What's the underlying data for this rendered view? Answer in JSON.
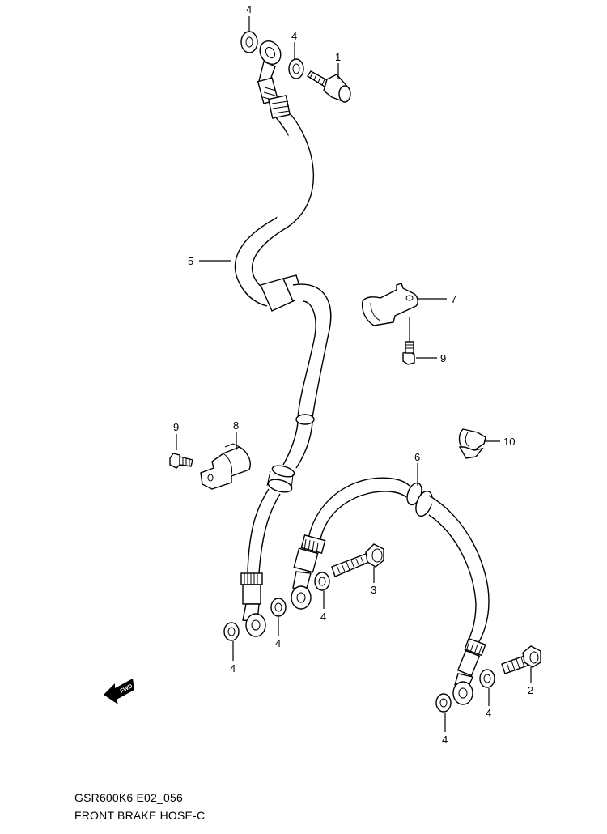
{
  "callouts": {
    "p4a": "4",
    "p4b": "4",
    "p1": "1",
    "p5": "5",
    "p7": "7",
    "p9a": "9",
    "p9b": "9",
    "p8": "8",
    "p10": "10",
    "p6": "6",
    "p3": "3",
    "p4c": "4",
    "p4d": "4",
    "p4e": "4",
    "p2": "2",
    "p4f": "4",
    "p4g": "4"
  },
  "fwd_label": "FWD",
  "caption": {
    "code": "GSR600K6 E02_056",
    "title": "FRONT BRAKE HOSE-C"
  }
}
